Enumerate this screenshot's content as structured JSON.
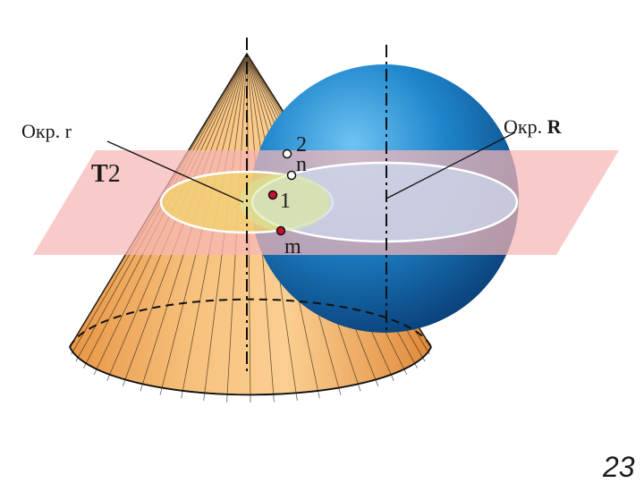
{
  "labels": {
    "circle_r": "Окр. r",
    "circle_R_prefix": "Окр. ",
    "circle_R_bold": "R",
    "plane_prefix": "T",
    "plane_index": "2",
    "point_2": "2",
    "point_n": "n",
    "point_1": "1",
    "point_m": "m"
  },
  "page_number": "23",
  "colors": {
    "plane": "#f7b6b6",
    "sphere": "#1f7fc4",
    "cone": "#f3b16a",
    "point_fill": "#c8102e"
  }
}
